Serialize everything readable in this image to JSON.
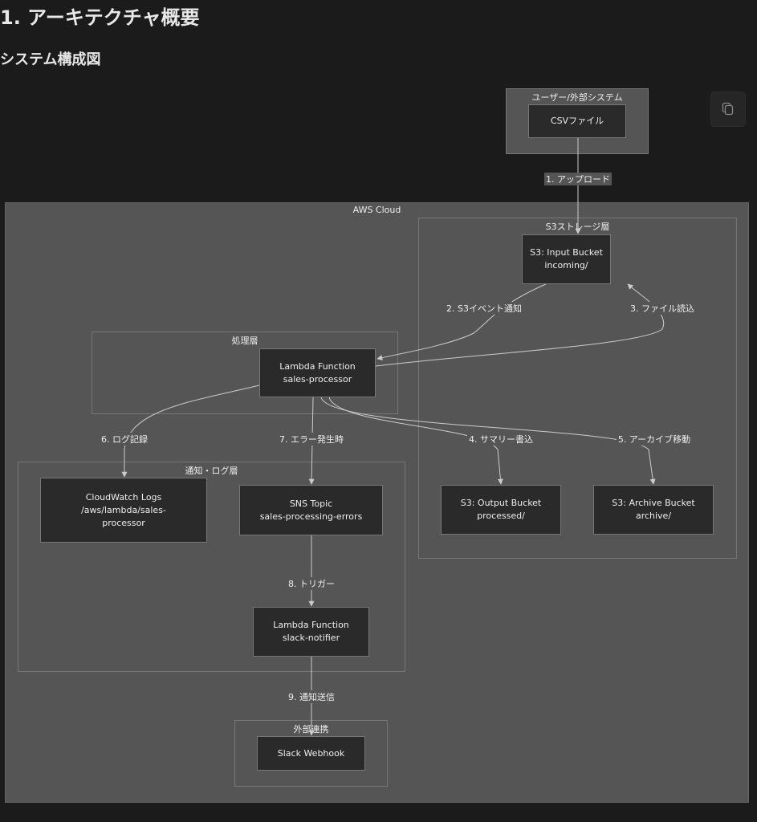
{
  "heading": "1. アーキテクチャ概要",
  "subheading": "システム構成図",
  "groups": {
    "user": "ユーザー/外部システム",
    "aws": "AWS Cloud",
    "s3": "S3ストレージ層",
    "processing": "処理層",
    "notify": "通知・ログ層",
    "external": "外部連携"
  },
  "nodes": {
    "csv": [
      "CSVファイル"
    ],
    "input": [
      "S3: Input Bucket",
      "incoming/"
    ],
    "lambda": [
      "Lambda Function",
      "sales-processor"
    ],
    "cloudwatch": [
      "CloudWatch Logs",
      "/aws/lambda/sales-",
      "processor"
    ],
    "sns": [
      "SNS Topic",
      "sales-processing-errors"
    ],
    "output": [
      "S3: Output Bucket",
      "processed/"
    ],
    "archive": [
      "S3: Archive Bucket",
      "archive/"
    ],
    "slacknotifier": [
      "Lambda Function",
      "slack-notifier"
    ],
    "webhook": [
      "Slack Webhook"
    ]
  },
  "edges": {
    "e1": "1. アップロード",
    "e2": "2. S3イベント通知",
    "e3": "3. ファイル読込",
    "e4": "4. サマリー書込",
    "e5": "5. アーカイブ移動",
    "e6": "6. ログ記録",
    "e7": "7. エラー発生時",
    "e8": "8. トリガー",
    "e9": "9. 通知送信"
  },
  "colors": {
    "background": "#1b1b1b",
    "cluster": "#555555",
    "node": "#2a2a2a",
    "edge": "#cccccc"
  }
}
